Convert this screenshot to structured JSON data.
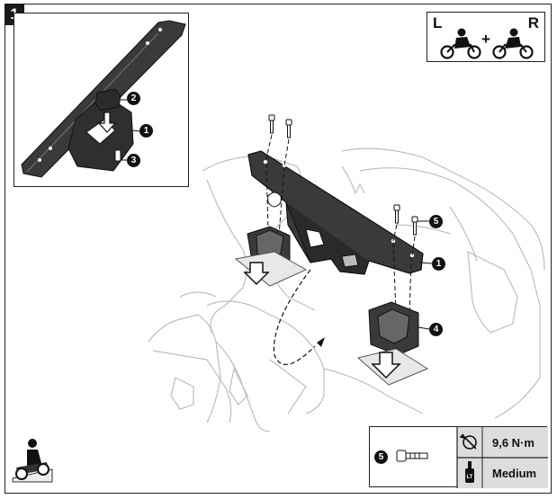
{
  "step": {
    "number": "1"
  },
  "orientation": {
    "left": "L",
    "right": "R",
    "plus": "+"
  },
  "callouts": {
    "inset_1": "1",
    "inset_2": "2",
    "inset_3": "3",
    "main_1": "1",
    "main_4": "4",
    "main_5": "5"
  },
  "torque_table": {
    "part_number": "5",
    "torque": "9,6 N·m",
    "threadlocker": "Medium",
    "threadlocker_badge": "LT",
    "icons": [
      "screw-icon",
      "torque-wrench-icon",
      "threadlocker-bottle-icon"
    ]
  },
  "icons": [
    "motorcycle-left-icon",
    "motorcycle-right-icon",
    "rider-sitting-icon"
  ]
}
